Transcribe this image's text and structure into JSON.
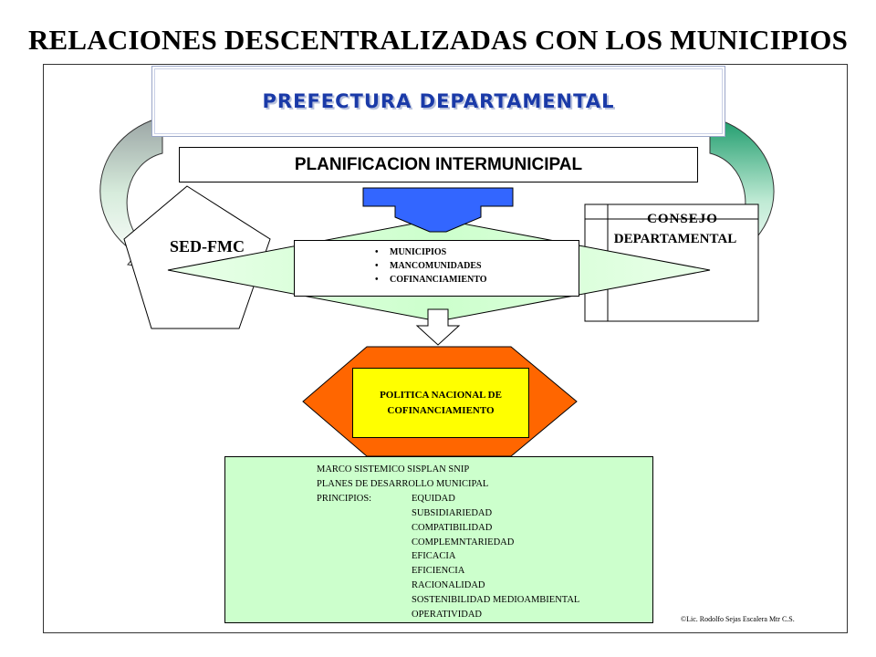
{
  "title": "RELACIONES DESCENTRALIZADAS CON LOS MUNICIPIOS",
  "prefectura": "PREFECTURA DEPARTAMENTAL",
  "planificacion": "PLANIFICACION INTERMUNICIPAL",
  "sed_fmc": "SED-FMC",
  "consejo": {
    "line1": "CONSEJO",
    "line2": "DEPARTAMENTAL"
  },
  "municipios": [
    "MUNICIPIOS",
    "MANCOMUNIDADES",
    "COFINANCIAMIENTO"
  ],
  "politica": {
    "line1": "POLITICA NACIONAL DE",
    "line2": "COFINANCIAMIENTO"
  },
  "marco": {
    "line1": "MARCO SISTEMICO SISPLAN SNIP",
    "line2": "PLANES DE DESARROLLO MUNICIPAL",
    "principios_label": "PRINCIPIOS:",
    "principios": [
      "EQUIDAD",
      "SUBSIDIARIEDAD",
      "COMPATIBILIDAD",
      "COMPLEMNTARIEDAD",
      "EFICACIA",
      "EFICIENCIA",
      "RACIONALIDAD",
      "SOSTENIBILIDAD MEDIOAMBIENTAL",
      "OPERATIVIDAD"
    ]
  },
  "credit": "©Lic. Rodolfo Sejas Escalera Mtr C.S.",
  "colors": {
    "blue_arrow": "#3366ff",
    "orange_hex": "#ff6600",
    "yellow_box": "#ffff00",
    "green_diamond": "#ccffcc",
    "marco_bg": "#ccffcc",
    "title_blue": "#1a3aa8"
  }
}
